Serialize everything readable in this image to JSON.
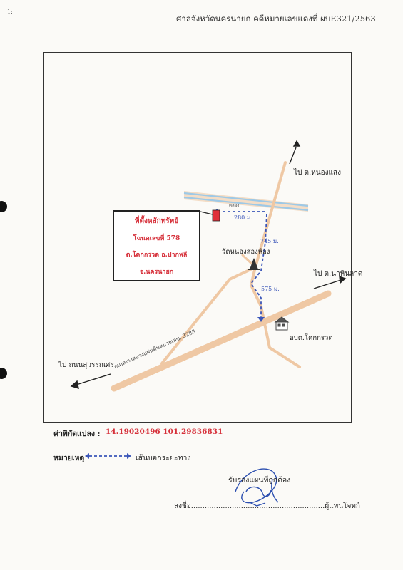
{
  "header": {
    "mark": "1:",
    "title": "ศาลจังหวัดนครนายก คดีหมายเลขแดงที่ ผบE321/2563"
  },
  "map": {
    "to_nong_saeng": "ไป ต.หนองแสง",
    "to_na_hin_lat": "ไป ต.นาหินลาด",
    "to_suwannasorn": "ไป ถนนสุวรรณศร",
    "canal": "คลอง",
    "temple": "วัดหนองสองห้อง",
    "sao": "อบต.โคกกรวด",
    "highway": "ถนนทางหลวงแผ่นดินหมายเลข. 3288",
    "dist_1": "280 ม.",
    "dist_2": "745 ม.",
    "dist_3": "575 ม."
  },
  "callout": {
    "line1": "ที่ตั้งหลักทรัพย์",
    "line2": "โฉนดเลขที่ 578",
    "line3": "ต.โคกกรวด อ.ปากพลี",
    "line4": "จ.นครนายก"
  },
  "coords": {
    "label": "ค่าพิกัดแปลง :",
    "value": "14.19020496 101.29836831"
  },
  "legend": {
    "label": "หมายเหตุ",
    "text": "เส้นบอกระยะทาง"
  },
  "signature": {
    "certify": "รับรองแผนที่ถูกต้อง",
    "sign_label": "ลงชื่อ...........................................................ผู้แทนโจทก์"
  },
  "colors": {
    "road": "#efc8a4",
    "canal": "#9ec9e6",
    "route": "#3a55b8",
    "highlight": "#d6303a"
  }
}
